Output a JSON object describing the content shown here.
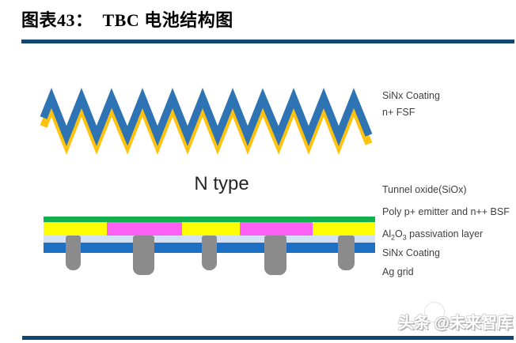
{
  "figure": {
    "title": "图表43：  TBC 电池结构图"
  },
  "diagram": {
    "substrate_label": "N type",
    "front_labels": {
      "sinx_coating": "SiNx Coating",
      "n_fsf": "n+ FSF"
    },
    "rear_labels": {
      "tunnel_oxide": "Tunnel oxide(SiOx)",
      "poly_emitter": "Poly p+ emitter and n++ BSF",
      "al2o3": {
        "pre": "Al",
        "sub1": "2",
        "mid": "O",
        "sub2": "3",
        "post": " passivation layer"
      },
      "sinx_coating": "SiNx Coating",
      "ag_grid": "Ag grid"
    },
    "colors": {
      "zigzag_blue": "#2E74B5",
      "zigzag_yellow": "#FFC20E",
      "tunnel_oxide_green": "#12B04F",
      "poly_yellow": "#FFFF00",
      "emitter_magenta": "#FB5FF4",
      "passivation_light_blue": "#D3E1F4",
      "sinx_blue": "#1D70C4",
      "ag_grid_gray": "#8B8B8B",
      "rule_navy": "#12466E"
    }
  },
  "watermark": {
    "text": "头条 @未来智库"
  }
}
